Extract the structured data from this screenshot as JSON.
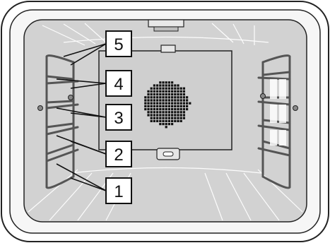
{
  "diagram": {
    "levels": [
      {
        "label": "5"
      },
      {
        "label": "4"
      },
      {
        "label": "3"
      },
      {
        "label": "2"
      },
      {
        "label": "1"
      }
    ],
    "colors": {
      "cavity_fill": "#d2d2d2",
      "outline": "#222222",
      "rail": "#555555",
      "label_box": "#ffffff",
      "fan_mesh": "#111111",
      "back_panel": "#cfcfcf"
    }
  }
}
